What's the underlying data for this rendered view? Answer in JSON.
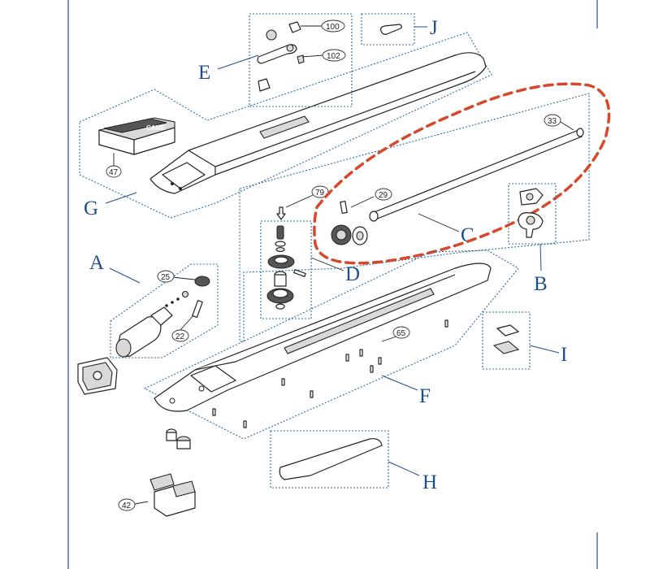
{
  "groups": [
    {
      "letter": "A",
      "color": "#1f4e8c"
    },
    {
      "letter": "B",
      "color": "#1f4e8c"
    },
    {
      "letter": "C",
      "color": "#1f4e8c"
    },
    {
      "letter": "D",
      "color": "#1f4e8c"
    },
    {
      "letter": "E",
      "color": "#1f4e8c"
    },
    {
      "letter": "F",
      "color": "#1f4e8c"
    },
    {
      "letter": "G",
      "color": "#1f4e8c"
    },
    {
      "letter": "H",
      "color": "#1f4e8c"
    },
    {
      "letter": "I",
      "color": "#1f4e8c"
    },
    {
      "letter": "J",
      "color": "#1f4e8c"
    }
  ],
  "callouts": [
    "100",
    "102",
    "47",
    "79",
    "29",
    "33",
    "25",
    "22",
    "65",
    "42"
  ],
  "logo_text": "CAME",
  "highlight_color": "#d9472b",
  "frame_color": "#1f4e8c"
}
